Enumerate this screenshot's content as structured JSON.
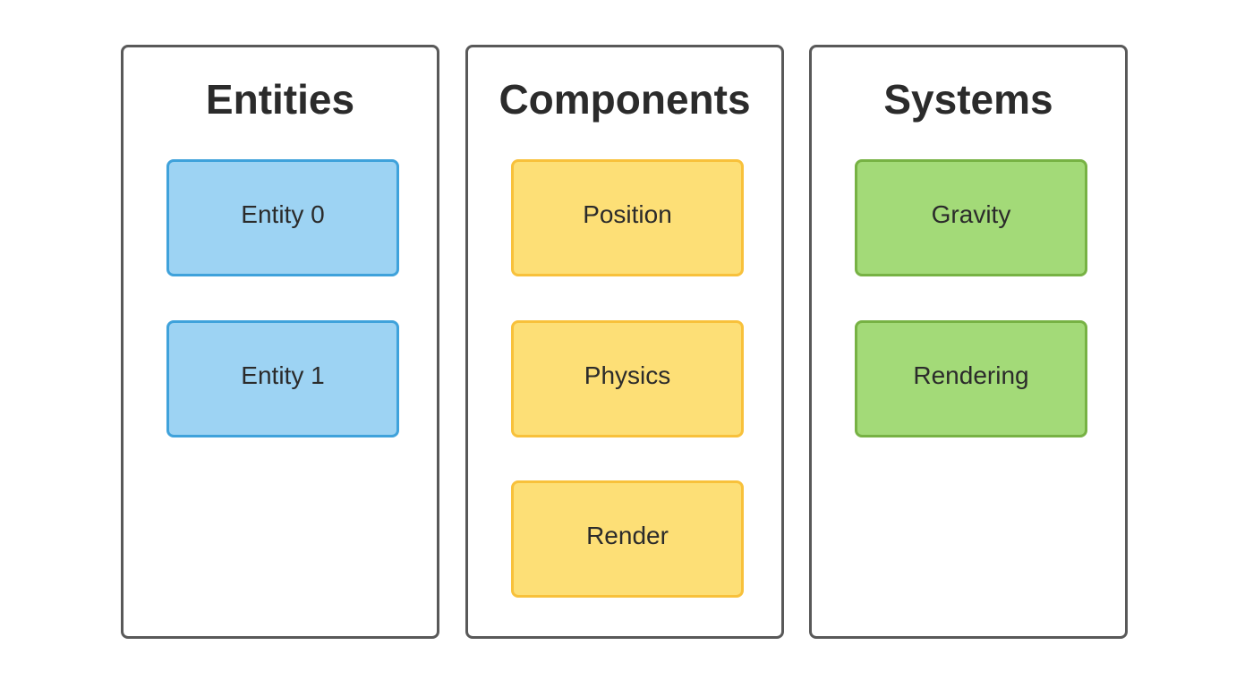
{
  "diagram": {
    "columns": [
      {
        "title": "Entities",
        "color_fill": "#9dd3f3",
        "color_border": "#3fa2db",
        "items": [
          "Entity 0",
          "Entity 1"
        ]
      },
      {
        "title": "Components",
        "color_fill": "#fddf76",
        "color_border": "#f8c13b",
        "items": [
          "Position",
          "Physics",
          "Render"
        ]
      },
      {
        "title": "Systems",
        "color_fill": "#a3da78",
        "color_border": "#77b244",
        "items": [
          "Gravity",
          "Rendering"
        ]
      }
    ],
    "frame_border_color": "#595959",
    "text_color": "#2b2b2b"
  }
}
